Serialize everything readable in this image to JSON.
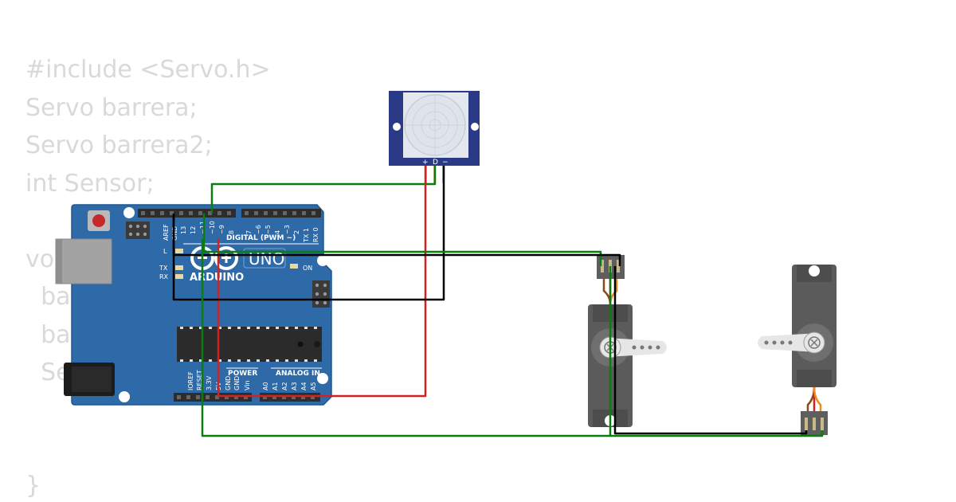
{
  "code": {
    "lines": [
      "#include <Servo.h>",
      "Servo barrera;",
      "Servo barrera2;",
      "int Sensor;",
      "",
      "vo",
      "  ba",
      "  ba",
      "  Se",
      "",
      ""
    ],
    "closing": "}"
  },
  "arduino": {
    "brand": "ARDUINO",
    "model": "UNO",
    "digital_label": "DIGITAL (PWM ~)",
    "power_label": "POWER",
    "analog_label": "ANALOG IN",
    "on_label": "ON",
    "tx_label": "TX",
    "rx_label": "RX",
    "l_label": "L",
    "aref_label": "AREF",
    "gnd_label": "GND",
    "digital_pins": [
      "13",
      "12",
      "~11",
      "~10",
      "~9",
      "8",
      "7",
      "~6",
      "~5",
      "4",
      "~3",
      "2",
      "TX 1",
      "RX 0"
    ],
    "power_pins": [
      "IOREF",
      "RESET",
      "3.3V",
      "5V",
      "GND",
      "GND",
      "Vin"
    ],
    "analog_pins": [
      "A0",
      "A1",
      "A2",
      "A3",
      "A4",
      "A5"
    ]
  },
  "pir": {
    "pin_labels": [
      "+",
      "D",
      "−"
    ]
  },
  "wires": {
    "green": "#0a7d12",
    "red": "#d32121",
    "black": "#000000",
    "orange": "#f08a1c",
    "brown": "#8a4a1a"
  },
  "colors": {
    "board": "#2f6aa8",
    "board_edge": "#1f5690",
    "pir_board": "#2b3a86",
    "servo_body": "#5b5b5b",
    "code_text": "#d9d9d9"
  }
}
